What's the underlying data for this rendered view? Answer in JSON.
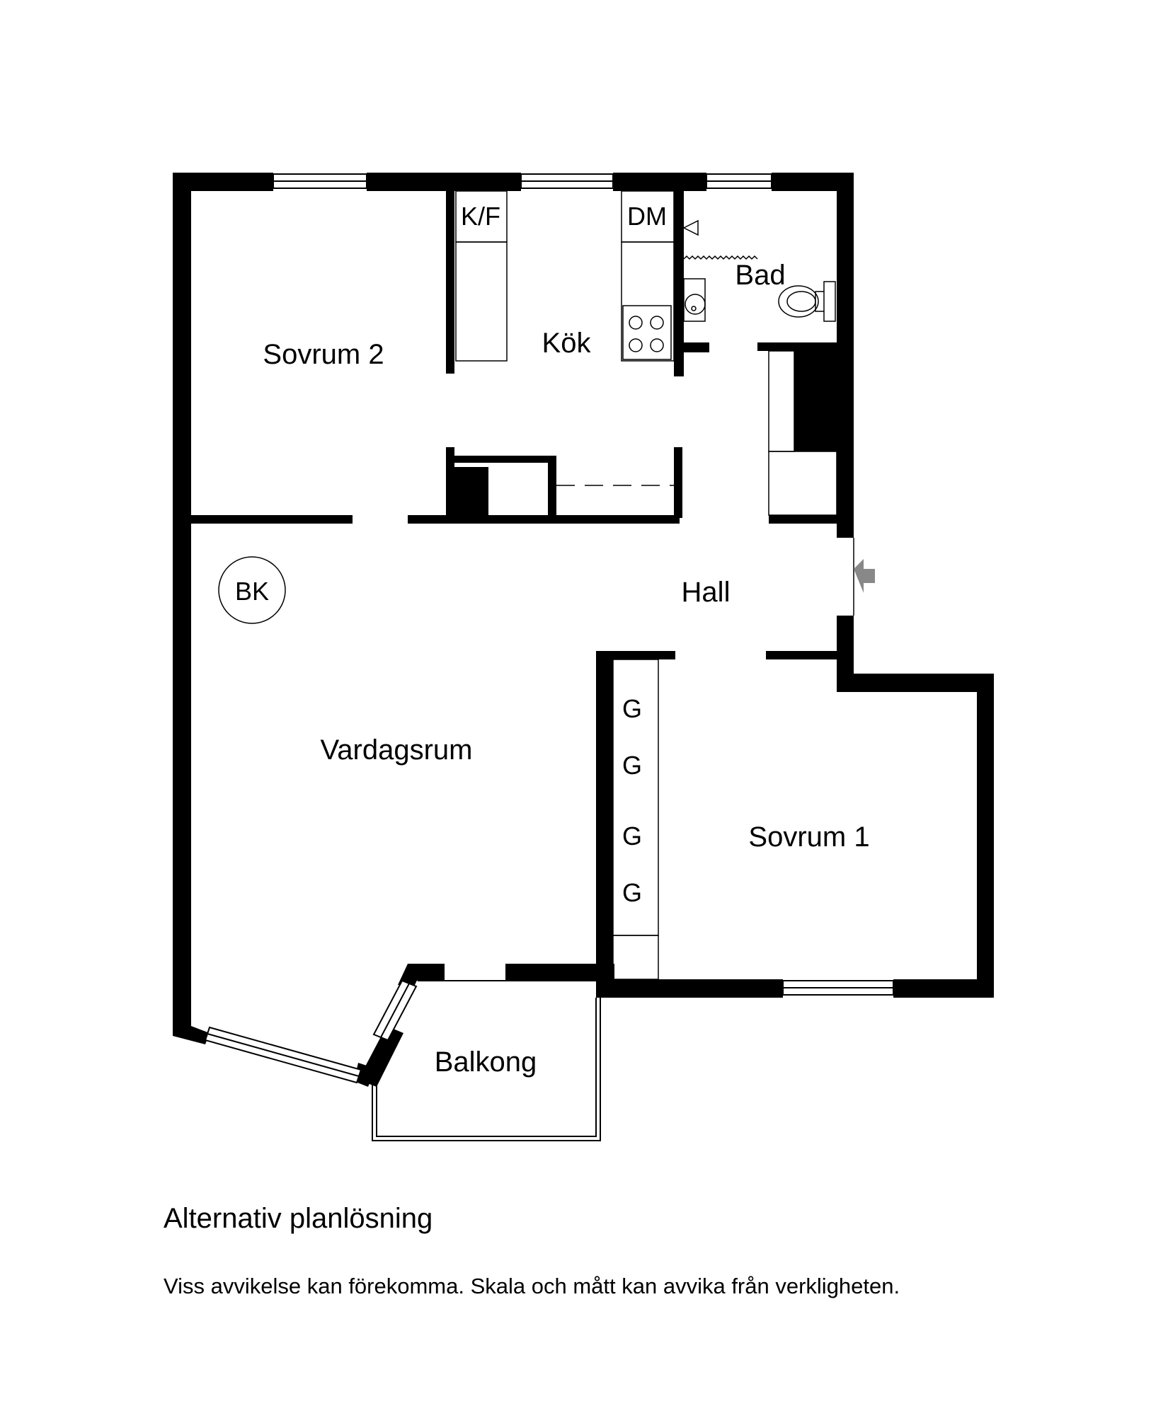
{
  "rooms": {
    "bedroom2": "Sovrum 2",
    "kitchen": "Kök",
    "bathroom": "Bad",
    "hall": "Hall",
    "living": "Vardagsrum",
    "bedroom1": "Sovrum 1",
    "balcony": "Balkong"
  },
  "fixtures": {
    "fridge_freezer": "K/F",
    "dishwasher": "DM",
    "washer": "BK",
    "wardrobes": [
      "G",
      "G",
      "G",
      "G"
    ]
  },
  "entrance_icon": "entrance-arrow-icon",
  "caption": "Alternativ planlösning",
  "disclaimer": "Viss avvikelse kan förekomma. Skala och mått kan avvika från verkligheten."
}
